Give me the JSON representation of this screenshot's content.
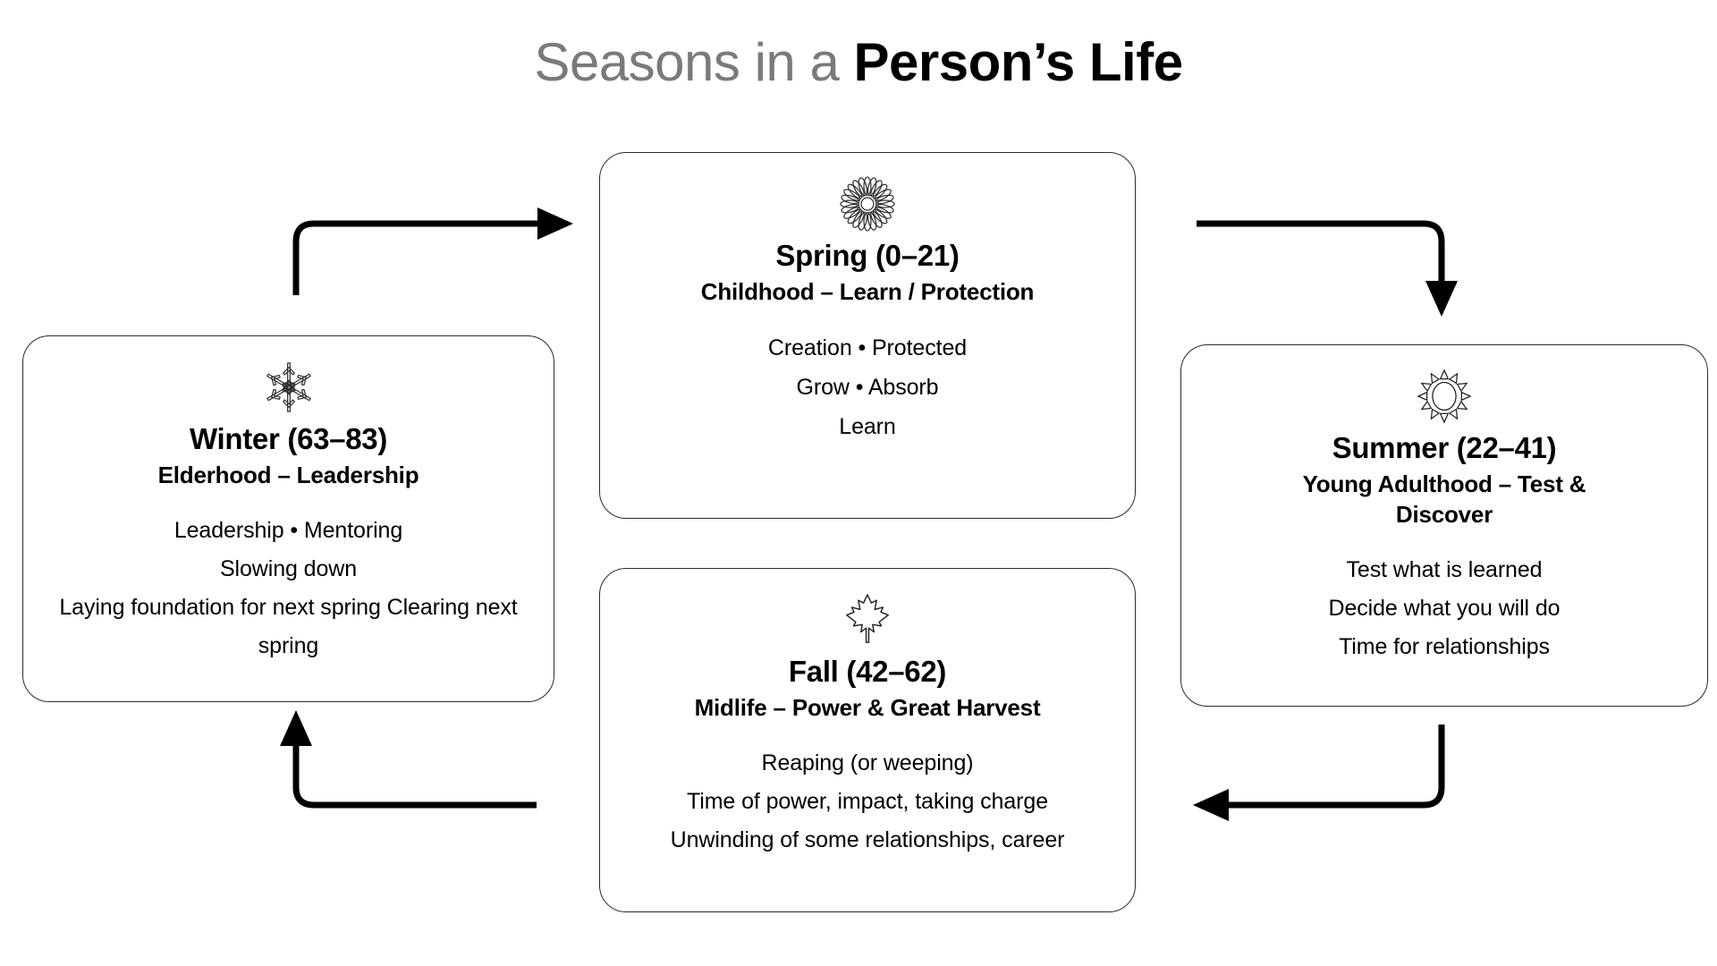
{
  "title": {
    "light_part": "Seasons in a ",
    "bold_part": "Person’s Life"
  },
  "cards": [
    {
      "id": "spring",
      "icon": "flower-icon",
      "title": "Spring (0–21)",
      "subtitle": "Childhood – Learn / Protection",
      "body_lines": [
        "Creation • Protected",
        "Grow • Absorb",
        "Learn"
      ]
    },
    {
      "id": "summer",
      "icon": "sun-icon",
      "title": "Summer (22–41)",
      "subtitle": "Young Adulthood – Test & Discover",
      "body_lines": [
        "Test what is learned",
        "Decide what you will do",
        "Time for relationships"
      ]
    },
    {
      "id": "fall",
      "icon": "maple-leaf-icon",
      "title": "Fall (42–62)",
      "subtitle": "Midlife – Power & Great Harvest",
      "body_lines": [
        "Reaping (or weeping)",
        "Time of power, impact, taking charge",
        "Unwinding of some relationships, career"
      ]
    },
    {
      "id": "winter",
      "icon": "snowflake-icon",
      "title": "Winter (63–83)",
      "subtitle": "Elderhood – Leadership",
      "body_lines": [
        "Leadership • Mentoring",
        "Slowing down",
        "Laying foundation for next spring Clearing next spring"
      ]
    }
  ],
  "arrows": [
    {
      "id": "winter-to-spring",
      "direction": "up-then-right"
    },
    {
      "id": "spring-to-summer",
      "direction": "right-then-down"
    },
    {
      "id": "summer-to-fall",
      "direction": "down-then-left"
    },
    {
      "id": "fall-to-winter",
      "direction": "left-then-up"
    }
  ],
  "colors": {
    "background": "#ffffff",
    "text": "#000000",
    "title_light": "#7a7a7a",
    "card_border": "#2b2b2b",
    "arrow": "#000000"
  }
}
